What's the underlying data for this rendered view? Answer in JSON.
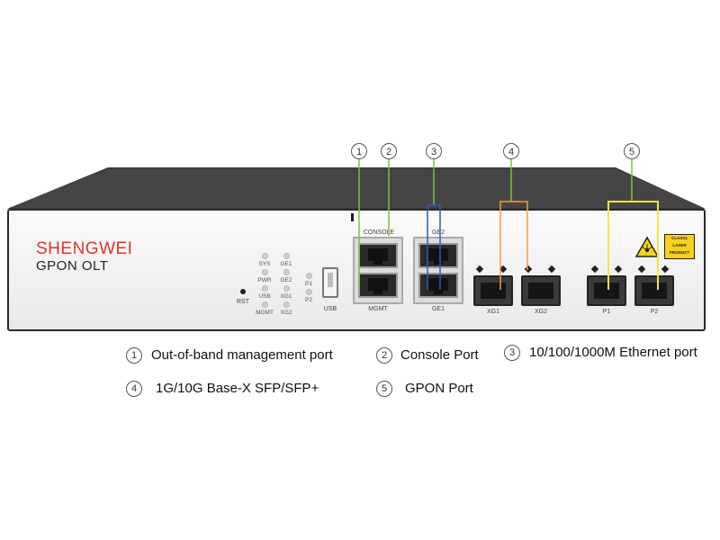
{
  "device": {
    "brand": "SHENGWEI",
    "model": "GPON OLT",
    "leds": {
      "col1": [
        "SYS",
        "PWR",
        "USB",
        "MGMT"
      ],
      "col2": [
        "GE1",
        "GE2",
        "XG1",
        "XG2"
      ],
      "col3": [
        "P1",
        "P2"
      ]
    },
    "labels": {
      "rst": "RST",
      "usb": "USB",
      "console": "CONSOLE",
      "mgmt": "MGMT",
      "ge2": "GE2",
      "ge1": "GE1",
      "xg1": "XG1",
      "xg2": "XG2",
      "p1": "P1",
      "p2": "P2"
    },
    "laser_warning": [
      "CLASS1",
      "LASER",
      "PRODUCT"
    ]
  },
  "callouts": [
    {
      "num": "1",
      "color": "#7dc242"
    },
    {
      "num": "2",
      "color": "#7dc242"
    },
    {
      "num": "3",
      "color": "#1f5fc4"
    },
    {
      "num": "4",
      "color": "#f39c4a"
    },
    {
      "num": "5",
      "color": "#f5e63a"
    }
  ],
  "legend": [
    {
      "num": "1",
      "text": "Out-of-band management port"
    },
    {
      "num": "2",
      "text": "Console Port"
    },
    {
      "num": "3",
      "text": "10/100/1000M Ethernet port"
    },
    {
      "num": "4",
      "text": "1G/10G Base-X SFP/SFP+"
    },
    {
      "num": "5",
      "text": "GPON Port"
    }
  ]
}
